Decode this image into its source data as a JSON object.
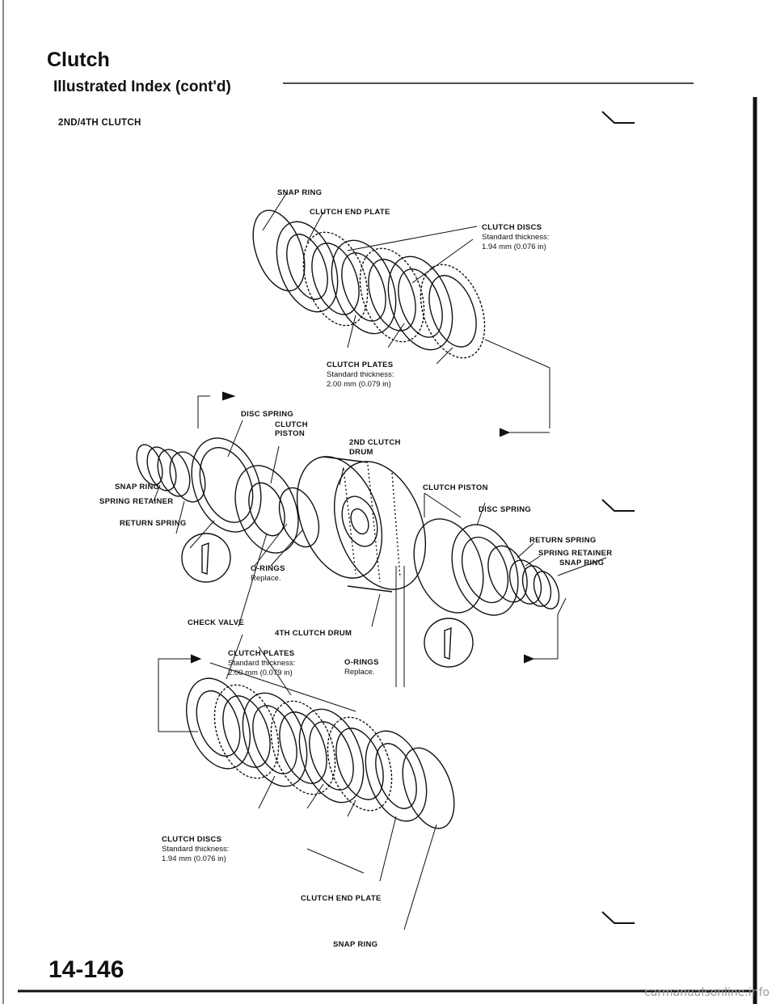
{
  "header": {
    "title": "Clutch",
    "subtitle": "Illustrated Index (cont'd)",
    "section": "2ND/4TH CLUTCH"
  },
  "labels": {
    "snap_ring_top": "SNAP RING",
    "clutch_end_plate_top": "CLUTCH END PLATE",
    "clutch_discs_top": "CLUTCH DISCS",
    "clutch_discs_top_spec1": "Standard thickness:",
    "clutch_discs_top_spec2": "1.94 mm (0.076 in)",
    "clutch_plates_top": "CLUTCH PLATES",
    "clutch_plates_top_spec1": "Standard thickness:",
    "clutch_plates_top_spec2": "2.00 mm (0.079 in)",
    "disc_spring_left": "DISC SPRING",
    "clutch_piston_left_1": "CLUTCH",
    "clutch_piston_left_2": "PISTON",
    "second_clutch_drum_1": "2ND CLUTCH",
    "second_clutch_drum_2": "DRUM",
    "snap_ring_left": "SNAP RING",
    "spring_retainer_left": "SPRING RETAINER",
    "return_spring_left": "RETURN SPRING",
    "orings_mid": "O-RINGS",
    "orings_mid_note": "Replace.",
    "check_valve": "CHECK VALVE",
    "fourth_clutch_drum": "4TH CLUTCH DRUM",
    "clutch_piston_right": "CLUTCH PISTON",
    "disc_spring_right": "DISC SPRING",
    "return_spring_right": "RETURN SPRING",
    "spring_retainer_right": "SPRING RETAINER",
    "snap_ring_right": "SNAP RING",
    "orings_right": "O-RINGS",
    "orings_right_note": "Replace.",
    "clutch_plates_bottom": "CLUTCH PLATES",
    "clutch_plates_bottom_spec1": "Standard thickness:",
    "clutch_plates_bottom_spec2": "2.00 mm (0.079 in)",
    "clutch_discs_bottom": "CLUTCH DISCS",
    "clutch_discs_bottom_spec1": "Standard thickness:",
    "clutch_discs_bottom_spec2": "1.94 mm (0.076 in)",
    "clutch_end_plate_bottom": "CLUTCH END PLATE",
    "snap_ring_bottom": "SNAP RING"
  },
  "footer": {
    "page_number": "14-146",
    "watermark": "carmanualsonline.info"
  }
}
